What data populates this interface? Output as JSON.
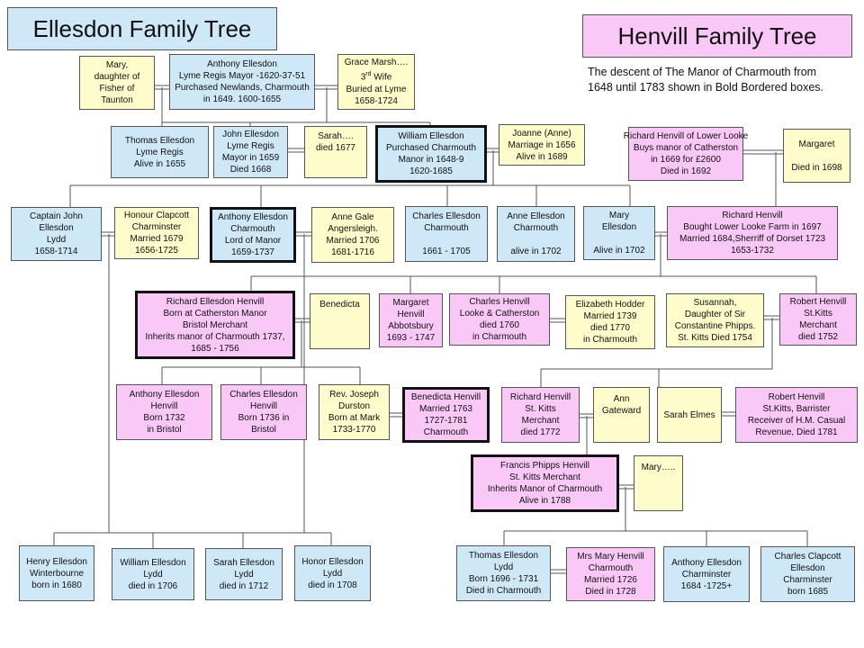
{
  "titles": {
    "ellesdon": "Ellesdon Family Tree",
    "henvill": "Henvill Family Tree",
    "note": [
      "The descent of The Manor of Charmouth from",
      "1648  until 1783  shown in Bold Bordered boxes."
    ]
  },
  "palette": {
    "blue": "#cfe8f8",
    "yellow": "#fefccb",
    "pink": "#fac8f6",
    "line": "#555555"
  },
  "people": {
    "mary_fisher": [
      "Mary,",
      "daughter of",
      "Fisher of",
      "Taunton"
    ],
    "anthony_sr": [
      "Anthony Ellesdon",
      "Lyme Regis Mayor -1620-37-51",
      "Purchased Newlands, Charmouth",
      "in 1649.   1600-1655"
    ],
    "grace_marsh": [
      "Grace Marsh….",
      "3rd Wife",
      "Buried at Lyme",
      "1658-1724"
    ],
    "thomas_lyme": [
      "Thomas Ellesdon",
      "Lyme Regis",
      "Alive in 1655"
    ],
    "john_lyme": [
      "John Ellesdon",
      "Lyme Regis",
      "Mayor in 1659",
      "Died 1668"
    ],
    "sarah_1677": [
      "Sarah….",
      "died 1677"
    ],
    "william_charmouth": [
      "William Ellesdon",
      "Purchased Charmouth",
      "Manor in 1648-9",
      "1620-1685"
    ],
    "joanne": [
      "Joanne (Anne)",
      "Marriage in 1656",
      "Alive in 1689"
    ],
    "richard_lower_looke": [
      "Richard Henvill of Lower Looke",
      "Buys manor of Catherston",
      "in 1669 for £2600",
      "Died in 1692"
    ],
    "margaret_1698": [
      "Margaret",
      "",
      "Died in 1698"
    ],
    "captain_john": [
      "Captain John",
      "Ellesdon",
      "Lydd",
      "1658-1714"
    ],
    "honour_clapcott": [
      "Honour Clapcott",
      "Charminster",
      "Married 1679",
      "1656-1725"
    ],
    "anthony_lord": [
      "Anthony Ellesdon",
      "Charmouth",
      "Lord of Manor",
      "1659-1737"
    ],
    "anne_gale": [
      "Anne Gale",
      "Angersleigh.",
      "Married 1706",
      "1681-1716"
    ],
    "charles_1705": [
      "Charles Ellesdon",
      "Charmouth",
      "",
      "1661 - 1705"
    ],
    "anne_1702": [
      "Anne  Ellesdon",
      "Charmouth",
      "",
      "alive in 1702"
    ],
    "mary_1702": [
      "Mary",
      "Ellesdon",
      "",
      "Alive in 1702"
    ],
    "richard_henvill": [
      "Richard Henvill",
      "Bought Lower Looke Farm  in 1697",
      "Married 1684,Sherriff of Dorset 1723",
      "1653-1732"
    ],
    "richard_ellesdon_henvill": [
      "Richard Ellesdon Henvill",
      "Born at Catherston Manor",
      "Bristol Merchant",
      "Inherits manor of Charmouth 1737,",
      "1685 - 1756"
    ],
    "benedicta": [
      "Benedicta"
    ],
    "margaret_abbotsbury": [
      "Margaret",
      "Henvill",
      "Abbotsbury",
      "1693 - 1747"
    ],
    "charles_henvill_1760": [
      "Charles Henvill",
      "Looke & Catherston",
      "died 1760",
      "in Charmouth"
    ],
    "elizabeth_hodder": [
      "Elizabeth Hodder",
      "Married 1739",
      "died 1770",
      "in Charmouth"
    ],
    "susannah": [
      "Susannah,",
      "Daughter of Sir",
      "Constantine Phipps.",
      "St. Kitts Died 1754"
    ],
    "robert_1752": [
      "Robert  Henvill",
      "St.Kitts",
      "Merchant",
      "died 1752"
    ],
    "anthony_henvill": [
      "Anthony  Ellesdon",
      "Henvill",
      "Born 1732",
      "in Bristol"
    ],
    "charles_eh_1736": [
      "Charles Ellesdon",
      "Henvill",
      "Born 1736 in",
      "Bristol"
    ],
    "joseph_durston": [
      "Rev. Joseph",
      "Durston",
      "Born at Mark",
      "1733-1770"
    ],
    "benedicta_henvill": [
      "Benedicta Henvill",
      "Married 1763",
      "1727-1781",
      "Charmouth"
    ],
    "richard_1772": [
      "Richard Henvill",
      "St. Kitts",
      "Merchant",
      "died 1772"
    ],
    "ann_gateward": [
      "Ann",
      "Gateward"
    ],
    "sarah_elmes": [
      "Sarah Elmes"
    ],
    "robert_barrister": [
      "Robert  Henvill",
      "St.Kitts, Barrister",
      "Receiver of H.M. Casual",
      "Revenue, Died 1781"
    ],
    "francis_phipps": [
      "Francis Phipps Henvill",
      "St. Kitts Merchant",
      "Inherits Manor of Charmouth",
      "Alive in 1788"
    ],
    "mary_dots": [
      "Mary….."
    ],
    "henry_winterbourne": [
      "Henry Ellesdon",
      "Winterbourne",
      "born  in 1680"
    ],
    "william_lydd": [
      "William Ellesdon",
      "Lydd",
      "died in 1706"
    ],
    "sarah_lydd": [
      "Sarah Ellesdon",
      "Lydd",
      "died in 1712"
    ],
    "honor_lydd": [
      "Honor Ellesdon",
      "Lydd",
      "died in 1708"
    ],
    "thomas_lydd": [
      "Thomas  Ellesdon",
      "Lydd",
      "Born 1696 - 1731",
      "Died in Charmouth"
    ],
    "mrs_mary_henvill": [
      "Mrs Mary Henvill",
      "Charmouth",
      "Married 1726",
      "Died in 1728"
    ],
    "anthony_charminster": [
      "Anthony Ellesdon",
      "Charminster",
      "1684 -1725+"
    ],
    "charles_clapcott": [
      "Charles Clapcott",
      "Ellesdon",
      "Charminster",
      "born 1685"
    ]
  }
}
